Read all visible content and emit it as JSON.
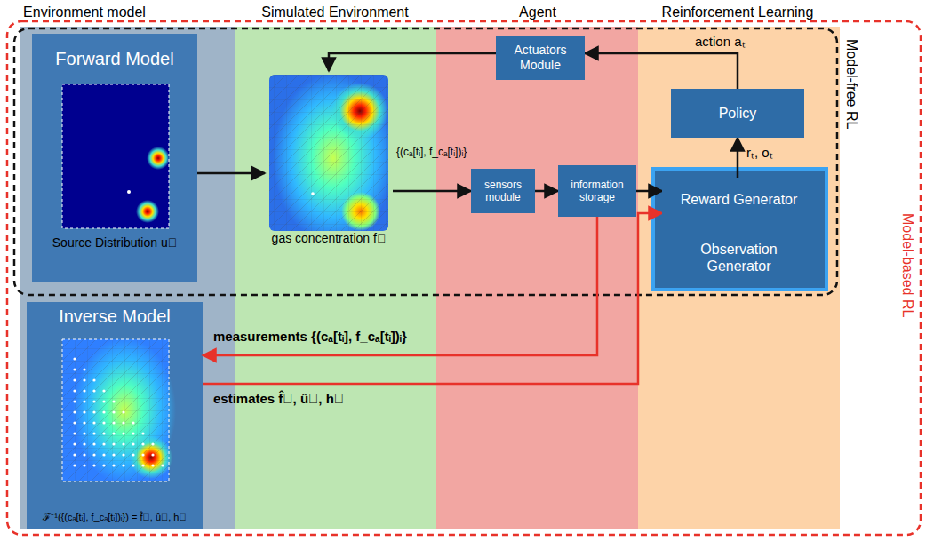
{
  "diagram": {
    "nodes": [
      {
        "text": [
          "Forward Model",
          "Source Distribution u⃗"
        ]
      },
      {
        "text": [
          "gas concentration f⃗"
        ]
      },
      {
        "text": [
          "Actuators Module"
        ]
      },
      {
        "text": [
          "Policy"
        ]
      },
      {
        "text": [
          "sensors module"
        ]
      },
      {
        "text": [
          "information storage"
        ]
      },
      {
        "text": [
          "Reward Generator"
        ]
      },
      {
        "text": [
          "Observation Generator"
        ]
      },
      {
        "text": [
          "Inverse Model",
          "ℱ⁻¹({(cₐ[tᵢ], f_cₐ[tᵢ])ᵢ}) = f̂⃗, û⃗, h⃗"
        ]
      }
    ],
    "edges": [
      {
        "from": 0,
        "to": 1,
        "arrow": "to"
      },
      {
        "from": 2,
        "to": 1,
        "arrow": "to"
      },
      {
        "from": 3,
        "to": 2,
        "arrow": "to",
        "label": "action aₜ"
      },
      {
        "from": 1,
        "to": 4,
        "arrow": "to"
      },
      {
        "from": 4,
        "to": 5,
        "arrow": "to"
      },
      {
        "from": 5,
        "to": 6,
        "arrow": "to"
      },
      {
        "from": 6,
        "to": 3,
        "arrow": "to",
        "label": "rₜ, oₜ"
      },
      {
        "from": 5,
        "to": 8,
        "arrow": "to",
        "label": "measurements {(cₐ[tᵢ], f_cₐ[tᵢ])ᵢ}"
      },
      {
        "from": 8,
        "to": 6,
        "arrow": "to",
        "label": "estimates f̂⃗, û⃗, h⃗"
      }
    ],
    "labels": [
      "Environment model",
      "Simulated Environment",
      "Agent",
      "Reinforcement Learning",
      "Model-free RL",
      "Model-based RL",
      "{(cₐ[tᵢ], f_cₐ[tᵢ])ᵢ}"
    ]
  }
}
